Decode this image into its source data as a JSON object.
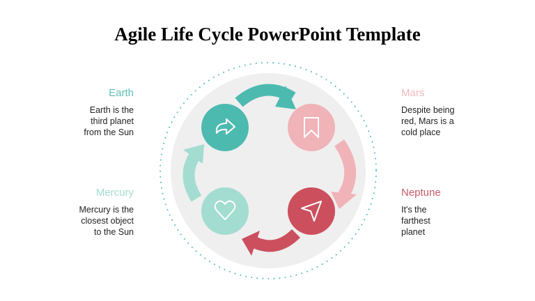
{
  "title": "Agile Life Cycle PowerPoint Template",
  "colors": {
    "earth": "#4dbab0",
    "mars": "#f0b3b8",
    "neptune": "#cc4f5e",
    "mercury": "#a3dcd0",
    "background_circle": "#efefef",
    "dotted_ring": "#5bbcc0"
  },
  "items": {
    "earth": {
      "heading": "Earth",
      "text_lines": [
        "Earth is the",
        "third planet",
        "from the Sun"
      ],
      "icon": "share-arrow-icon"
    },
    "mars": {
      "heading": "Mars",
      "text_lines": [
        "Despite being",
        "red, Mars is a",
        "cold place"
      ],
      "icon": "bookmark-icon"
    },
    "mercury": {
      "heading": "Mercury",
      "text_lines": [
        "Mercury is the",
        "closest object",
        "to the Sun"
      ],
      "icon": "heart-icon"
    },
    "neptune": {
      "heading": "Neptune",
      "text_lines": [
        "It's the",
        "farthest",
        "planet"
      ],
      "icon": "send-navigation-icon"
    }
  }
}
